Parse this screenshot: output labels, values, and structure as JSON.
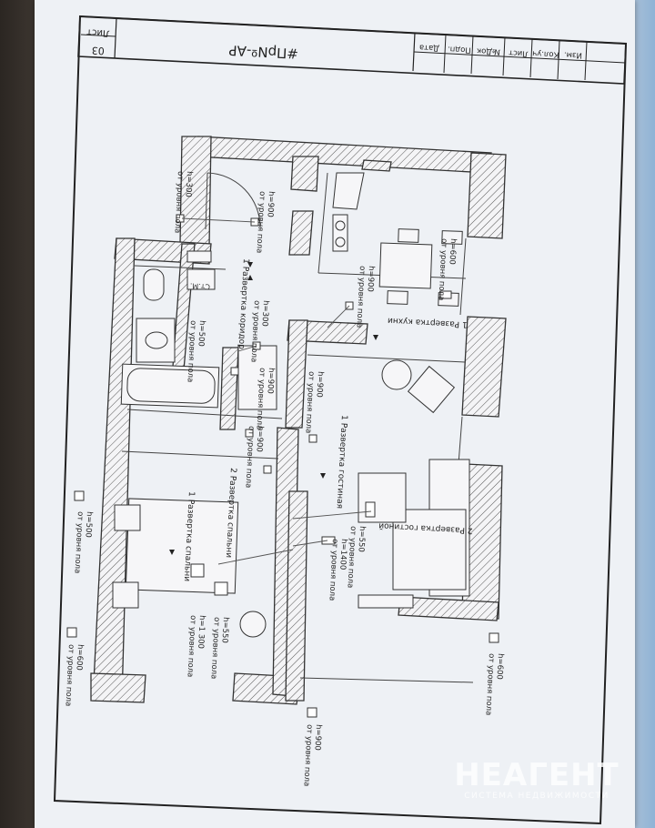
{
  "title_block": {
    "code": "#ПрNº-АР",
    "sheet_label": "Лист",
    "sheet_number": "03",
    "columns": [
      "Изм.",
      "Кол.уч",
      "Лист",
      "№Док",
      "Подп.",
      "Дата"
    ]
  },
  "labels": {
    "height_600": "h=600",
    "height_900": "h=900",
    "height_300": "h=300",
    "height_500": "h=500",
    "height_550": "h=550",
    "height_1400": "h=1400",
    "height_1300": "h=1 300",
    "from_floor": "от уровня пола",
    "storage": "Ст.М."
  },
  "sections": {
    "kitchen": "1 Развертка кухни",
    "corridor": "1 Развертка коридор",
    "living1": "1 Развертка гостиная",
    "living2": "2 Развертка гостиной",
    "bedroom1": "1 Развертка спальни",
    "bedroom2": "2 Развертка спальни"
  },
  "watermark": {
    "brand": "НЕАГЕНТ",
    "tagline": "СИСТЕМА НЕДВИЖИМОСТИ"
  }
}
